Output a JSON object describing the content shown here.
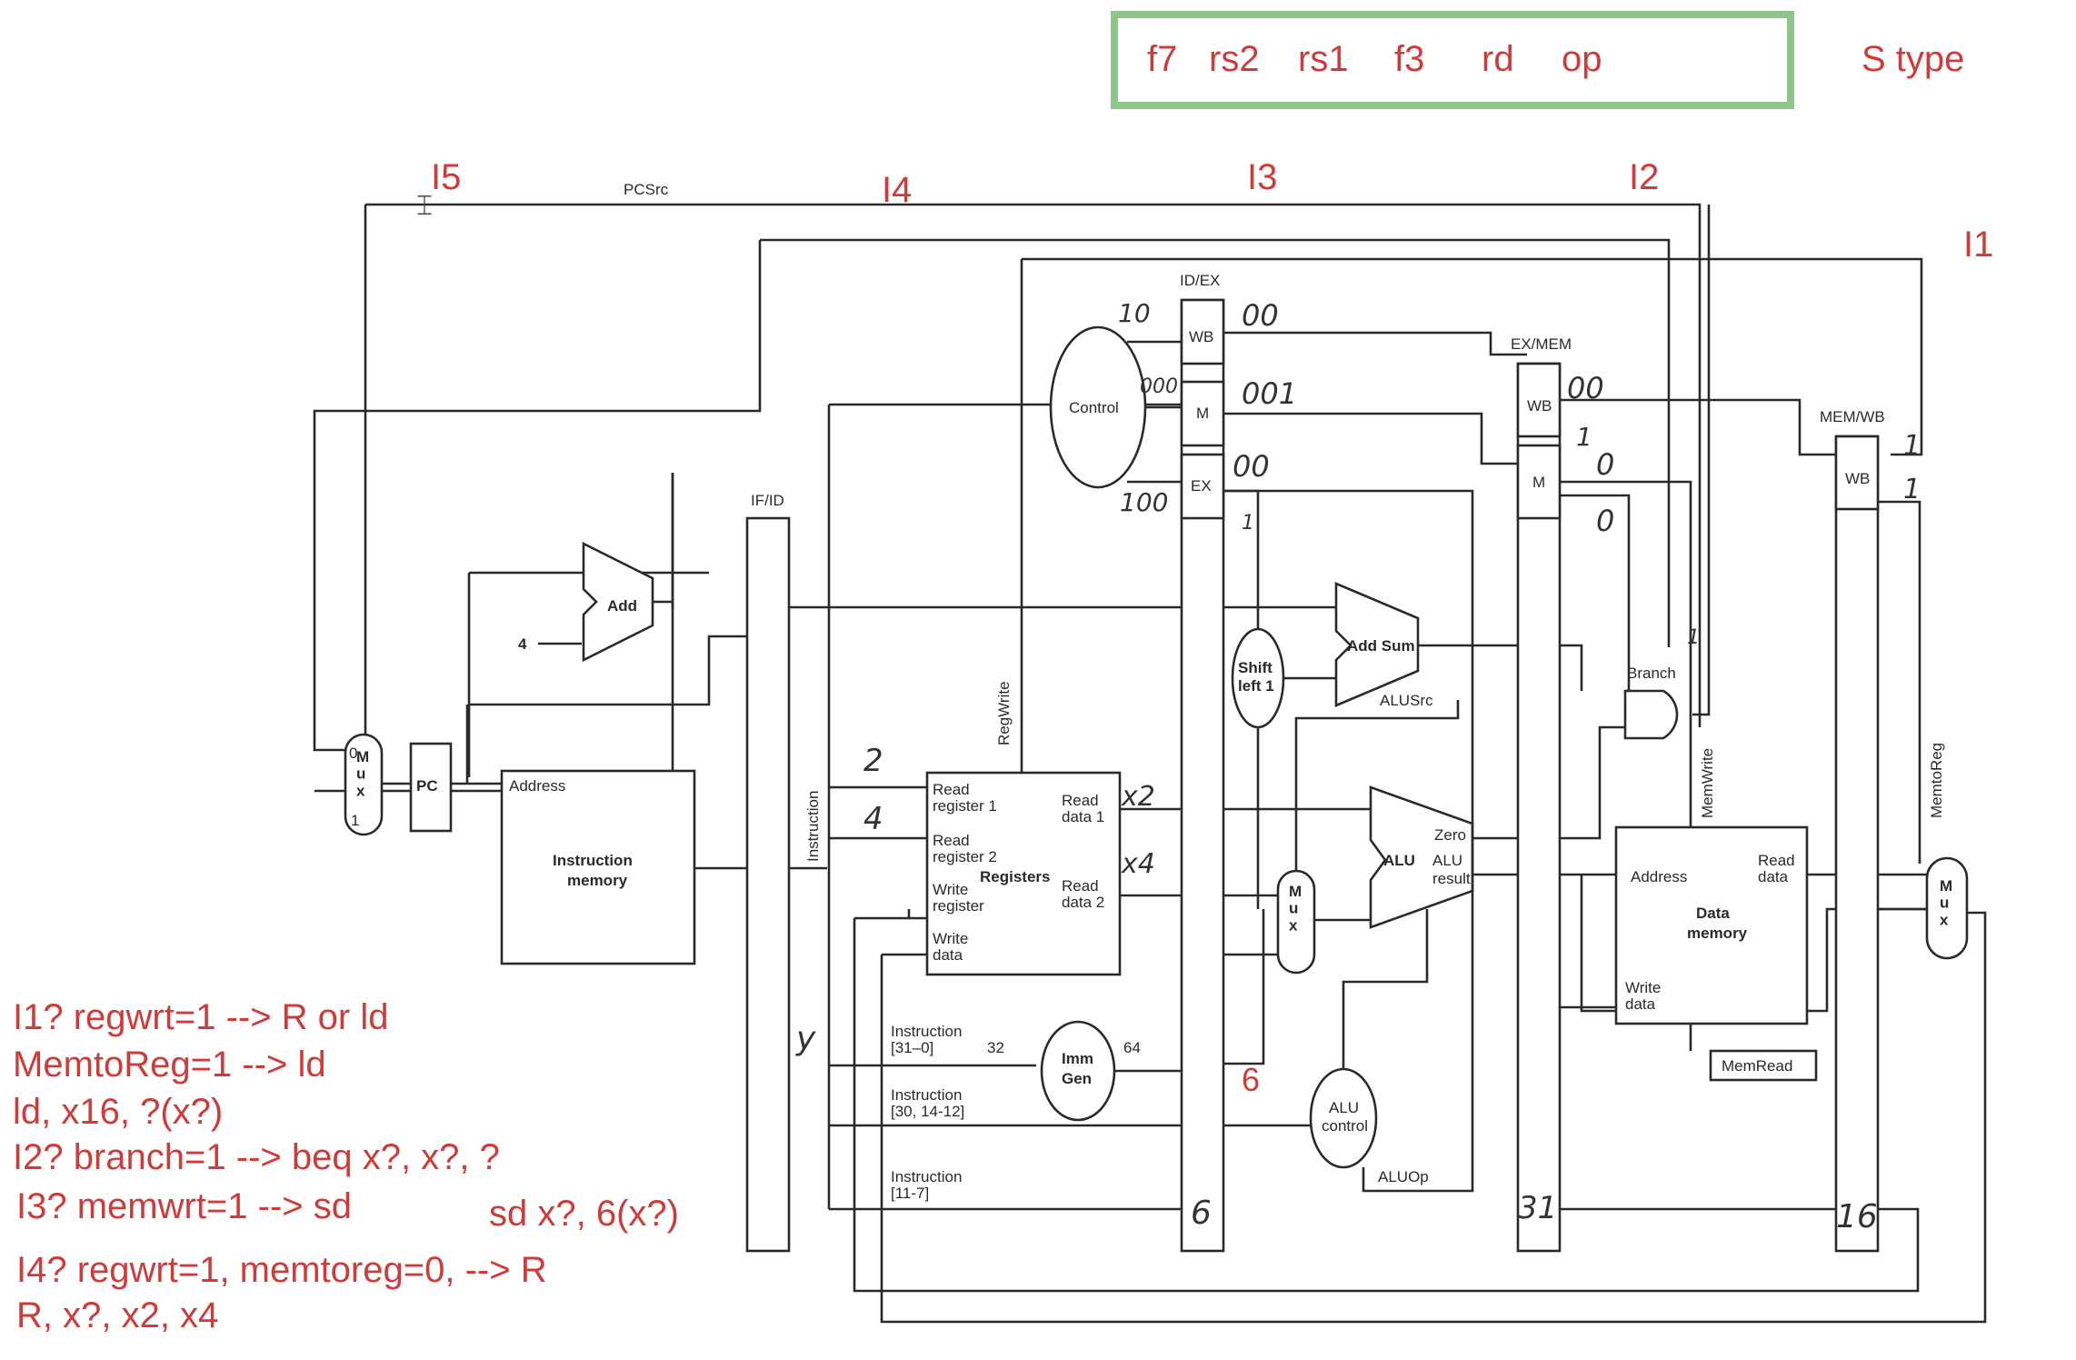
{
  "format_box": {
    "fields": [
      "f7",
      "rs2",
      "rs1",
      "f3",
      "rd",
      "op"
    ],
    "border_color": "#8fc58a",
    "type_label": "S type"
  },
  "stage_labels": [
    "I5",
    "I4",
    "I3",
    "I2",
    "I1"
  ],
  "notes": [
    "I1? regwrt=1 --> R or ld",
    "MemtoReg=1 --> ld",
    "ld, x16, ?(x?)",
    "I2? branch=1 --> beq x?, x?, ?",
    "I3?  memwrt=1 --> sd",
    "sd x?, 6(x?)",
    "I4?  regwrt=1, memtoreg=0, --> R",
    "R, x?, x2, x4"
  ],
  "colors": {
    "annotation": "#d23a3a",
    "diagram": "#2a2a2a"
  },
  "diagram": {
    "pcsrc": "PCSrc",
    "pipeline_registers": [
      "IF/ID",
      "ID/EX",
      "EX/MEM",
      "MEM/WB"
    ],
    "mux_label": "M\nu\nx",
    "pc": "PC",
    "add": "Add",
    "four": "4",
    "address": "Address",
    "instruction_memory": [
      "Instruction",
      "memory"
    ],
    "instruction": "Instruction",
    "control": "Control",
    "reg_write": "RegWrite",
    "wb": "WB",
    "m": "M",
    "ex": "EX",
    "registers": {
      "read_reg1": [
        "Read",
        "register 1"
      ],
      "read_reg2": [
        "Read",
        "register 2"
      ],
      "write_reg": [
        "Write",
        "register"
      ],
      "write_data": [
        "Write",
        "data"
      ],
      "title": "Registers",
      "read_data1": [
        "Read",
        "data 1"
      ],
      "read_data2": [
        "Read",
        "data 2"
      ]
    },
    "imm_gen": [
      "Imm",
      "Gen"
    ],
    "instr_31_0": [
      "Instruction",
      "[31–0]"
    ],
    "instr_30": [
      "Instruction",
      "[30, 14-12]"
    ],
    "instr_11_7": [
      "Instruction",
      "[11-7]"
    ],
    "bits_32": "32",
    "bits_64": "64",
    "shift_left": [
      "Shift",
      "left 1"
    ],
    "add_sum": "Add Sum",
    "alusrc": "ALUSrc",
    "alu": "ALU",
    "zero": "Zero",
    "alu_result": [
      "ALU",
      "result"
    ],
    "alu_control": [
      "ALU",
      "control"
    ],
    "aluop": "ALUOp",
    "branch": "Branch",
    "mem_write": "MemWrite",
    "data_memory": [
      "Data",
      "memory"
    ],
    "read_data": [
      "Read",
      "data"
    ],
    "mem_read": "MemRead",
    "memtoreg": "MemtoReg",
    "mux_inputs": [
      "0",
      "1"
    ]
  },
  "handwritten": {
    "rs1_val": "2",
    "rs2_val": "4",
    "rd1_val": "x2",
    "rd2_val": "x4",
    "y": "y",
    "idex_wb": "00",
    "idex_m": "001",
    "idex_ex": "00",
    "control_in1": "10",
    "control_in2": "000",
    "control_in3": "100",
    "ex_mark": "1",
    "exmem_wb": "00",
    "exmem_m1": "1",
    "exmem_m2": "0",
    "exmem_m3": "0",
    "memwb_1": "1",
    "memwb_2": "1",
    "imm_val": "6",
    "rd_idex": "6",
    "rd_exmem": "31",
    "rd_memwb": "16",
    "branch_mark": "1"
  }
}
